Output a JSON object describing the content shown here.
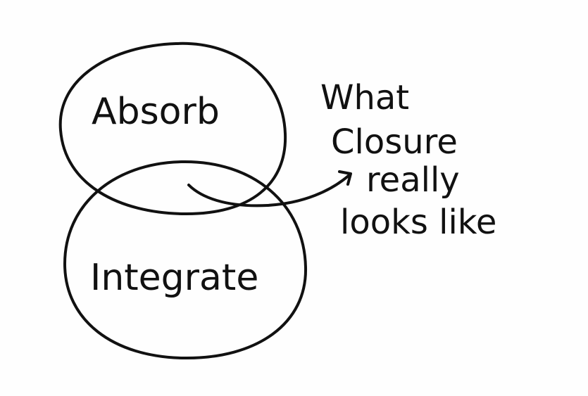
{
  "diagram": {
    "circles": [
      {
        "label": "Absorb"
      },
      {
        "label": "Integrate"
      }
    ],
    "annotation": {
      "lines": [
        "What",
        "Closure",
        "really",
        "looks like"
      ]
    },
    "colors": {
      "ink": "#111111",
      "paper": "#fefefe"
    }
  }
}
